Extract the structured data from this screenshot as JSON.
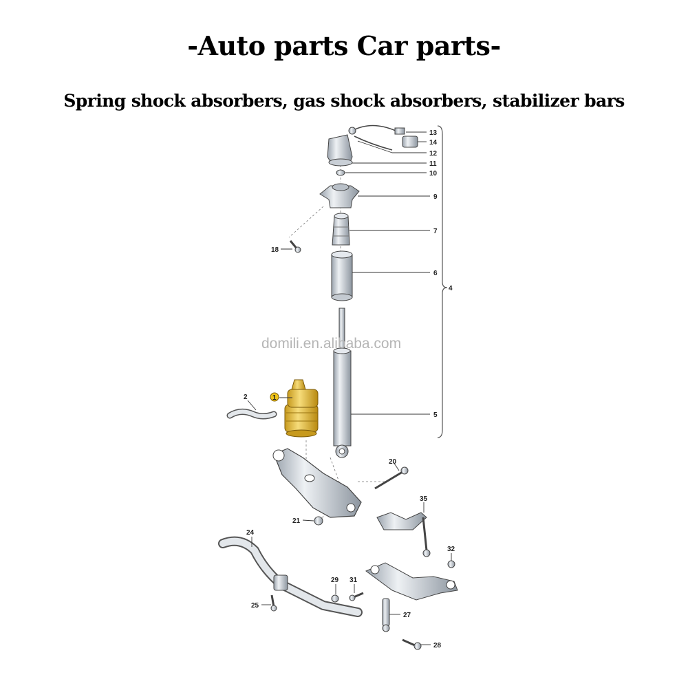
{
  "header": {
    "title": "-Auto parts Car parts-",
    "subtitle": "Spring shock absorbers, gas shock absorbers, stabilizer bars"
  },
  "watermark": "domili.en.alibaba.com",
  "callouts": [
    "1",
    "2",
    "4",
    "5",
    "6",
    "7",
    "9",
    "10",
    "11",
    "12",
    "13",
    "14",
    "18",
    "20",
    "21",
    "24",
    "25",
    "27",
    "28",
    "29",
    "31",
    "32",
    "35"
  ],
  "colors": {
    "part_fill": "#d8dde3",
    "air_spring": "#e9c64a",
    "line": "#333333"
  }
}
